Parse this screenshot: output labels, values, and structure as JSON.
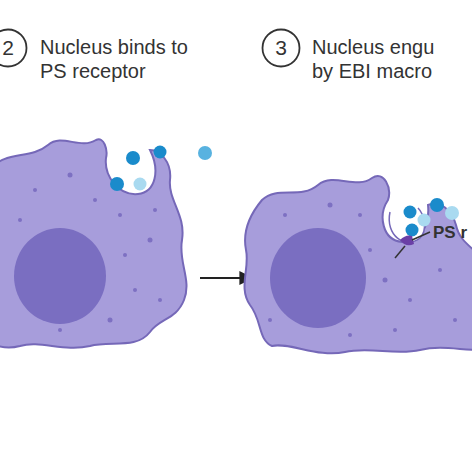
{
  "diagram": {
    "nodes": [
      {
        "text": [
          "2"
        ]
      },
      {
        "text": [
          "3"
        ]
      }
    ],
    "labels": [
      "Nucleus binds to PS receptor",
      "Nucleus engu by EBI macro",
      "PS r"
    ]
  }
}
